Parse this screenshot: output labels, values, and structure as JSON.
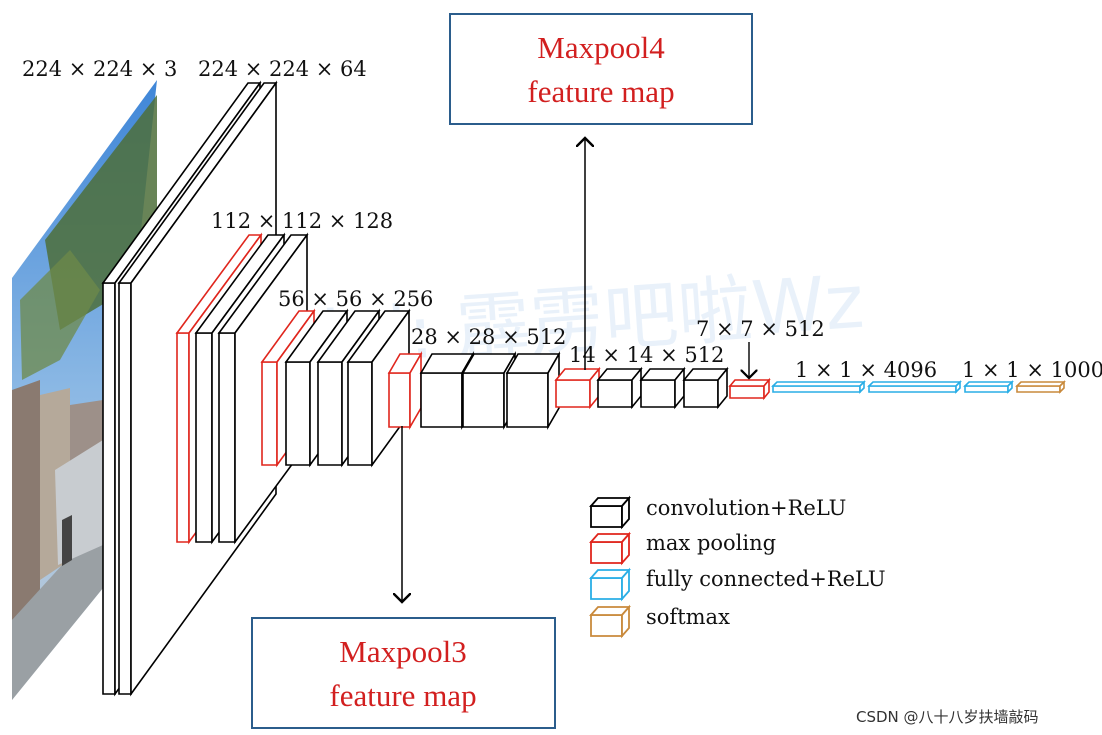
{
  "dimension_labels": {
    "input": "224 × 224 × 3",
    "conv1": "224 × 224 × 64",
    "conv2": "112 × 112 × 128",
    "conv3": "56 × 56 × 256",
    "conv4": "28 × 28 × 512",
    "conv5": "14 × 14 × 512",
    "pool5": "7 × 7 × 512",
    "fc_4096": "1 × 1 × 4096",
    "fc_1000": "1 × 1 × 1000"
  },
  "callouts": {
    "maxpool4": {
      "line1": "Maxpool4",
      "line2": "feature map"
    },
    "maxpool3": {
      "line1": "Maxpool3",
      "line2": "feature map"
    }
  },
  "legend": [
    {
      "label": "convolution+ReLU",
      "color": "#000000"
    },
    {
      "label": "max  pooling",
      "color": "#e0261d"
    },
    {
      "label": "fully  connected+ReLU",
      "color": "#2aaee6"
    },
    {
      "label": "softmax",
      "color": "#c98a3c"
    }
  ],
  "watermark": "@lalal: 霹雳吧啦Wz",
  "credit": "CSDN @八十八岁扶墙敲码",
  "colors": {
    "conv": "#000000",
    "pool": "#e0261d",
    "fc": "#2aaee6",
    "softmax": "#c98a3c",
    "callout_border": "#2b5d8c",
    "callout_text": "#d21f1f"
  }
}
